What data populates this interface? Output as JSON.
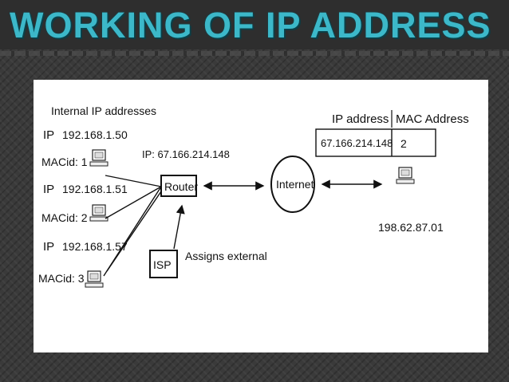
{
  "slide": {
    "title": "WORKING OF IP ADDRESS",
    "accent_color": "#3cb8c9"
  },
  "diagram": {
    "internal_heading": "Internal IP addresses",
    "hosts": [
      {
        "ip_label": "IP",
        "ip": "192.168.1.50",
        "mac": "MACid: 1"
      },
      {
        "ip_label": "IP",
        "ip": "192.168.1.51",
        "mac": "MACid: 2"
      },
      {
        "ip_label": "IP",
        "ip": "192.168.1.57",
        "mac": "MACid: 3"
      }
    ],
    "router": {
      "label": "Router",
      "external_ip": "IP: 67.166.214.148"
    },
    "isp": {
      "label": "ISP",
      "note": "Assigns external"
    },
    "internet": {
      "label": "Internet"
    },
    "table": {
      "col1": "IP address",
      "col2": "MAC Address",
      "cell_ip": "67.166.214.148",
      "cell_mac": "2"
    },
    "remote_ip": "198.62.87.01"
  }
}
